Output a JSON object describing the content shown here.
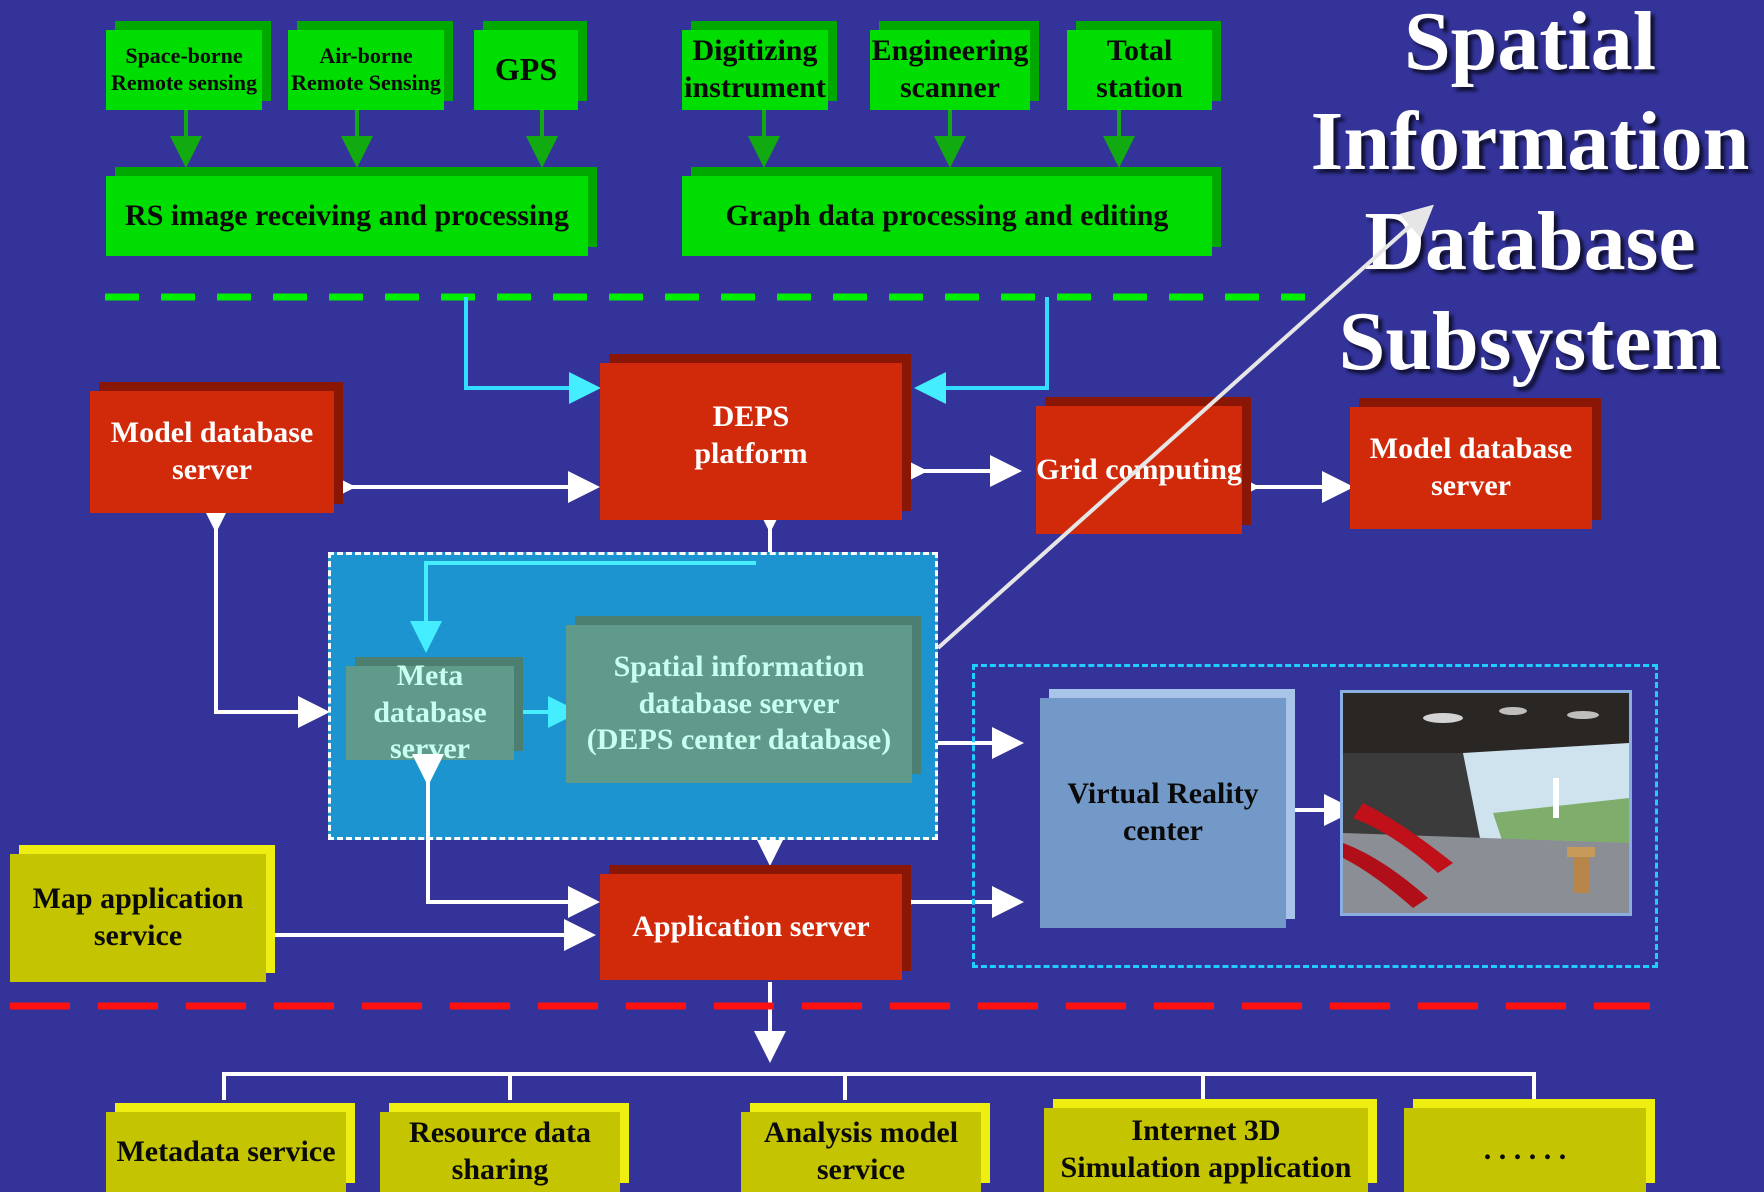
{
  "title": {
    "line1": "Spatial",
    "line2": "Information",
    "line3": "Database",
    "line4": "Subsystem"
  },
  "sources": {
    "spaceborne": {
      "line1": "Space-borne",
      "line2": "Remote sensing"
    },
    "airborne": {
      "line1": "Air-borne",
      "line2": "Remote Sensing"
    },
    "gps": "GPS",
    "digitizing": {
      "line1": "Digitizing",
      "line2": "instrument"
    },
    "engineering": {
      "line1": "Engineering",
      "line2": "scanner"
    },
    "total_station": {
      "line1": "Total",
      "line2": "station"
    }
  },
  "processing": {
    "rs": "RS image receiving and processing",
    "graph": "Graph data processing and editing"
  },
  "servers": {
    "model_db_left": {
      "line1": "Model database",
      "line2": "server"
    },
    "deps": {
      "line1": "DEPS",
      "line2": "platform"
    },
    "grid": "Grid computing",
    "model_db_right": {
      "line1": "Model database",
      "line2": "server"
    },
    "meta_db": {
      "line1": "Meta database",
      "line2": "server"
    },
    "spatial_db": {
      "line1": "Spatial information",
      "line2": "database server",
      "line3": "(DEPS center database)"
    },
    "vr": {
      "line1": "Virtual Reality",
      "line2": "center"
    },
    "app": "Application server",
    "map_app": {
      "line1": "Map application",
      "line2": "service"
    }
  },
  "services": {
    "metadata": "Metadata service",
    "resource": {
      "line1": "Resource data",
      "line2": "sharing"
    },
    "analysis": {
      "line1": "Analysis model",
      "line2": "service"
    },
    "internet3d": {
      "line1": "Internet 3D",
      "line2": "Simulation application"
    },
    "more": ". . . . . ."
  },
  "colors": {
    "background": "#333399",
    "green_box": "#00dd00",
    "red_box": "#d02a0a",
    "yellow_box": "#c4c400",
    "cyan_line": "#33ddff",
    "green_dash": "#00ee00",
    "red_dash": "#ff1111"
  }
}
